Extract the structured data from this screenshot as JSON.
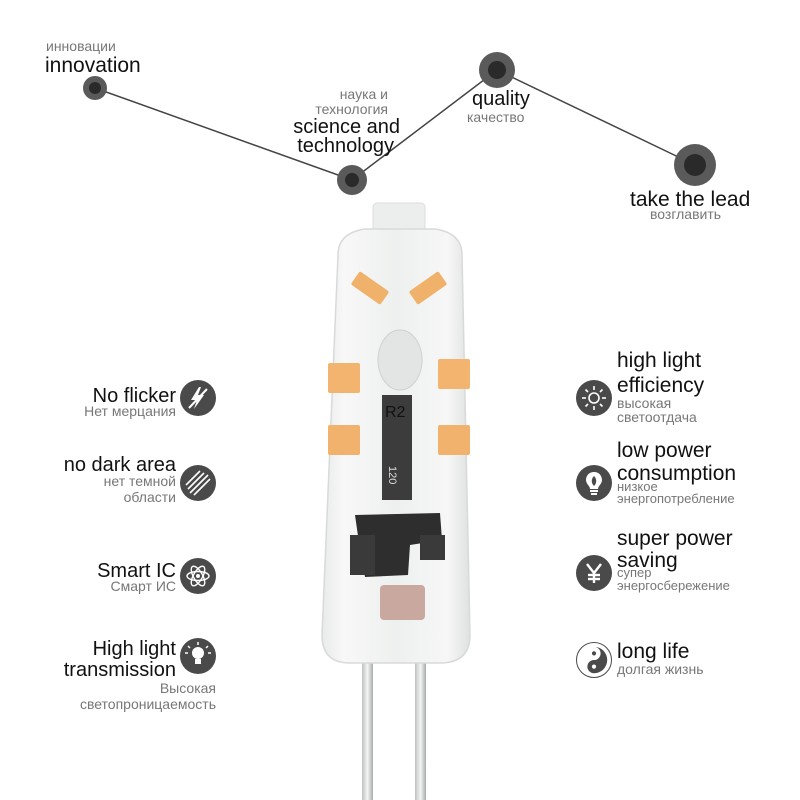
{
  "top": {
    "innovation": {
      "ru": "инновации",
      "en": "innovation"
    },
    "science": {
      "ru1": "наука и",
      "ru2": "технология",
      "en1": "science and",
      "en2": "technology"
    },
    "quality": {
      "en": "quality",
      "ru": "качество"
    },
    "lead": {
      "en": "take the lead",
      "ru": "возглавить"
    }
  },
  "left": [
    {
      "en": "No flicker",
      "ru": "Нет мерцания",
      "icon": "lightning-slash-icon"
    },
    {
      "en": "no dark area",
      "ru1": "нет темной",
      "ru2": "области",
      "icon": "striped-circle-icon"
    },
    {
      "en": "Smart IC",
      "ru": "Смарт ИС",
      "icon": "atom-icon"
    },
    {
      "en1": "High light",
      "en2": "transmission",
      "ru1": "Высокая",
      "ru2": "светопроницаемость",
      "icon": "lightbulb-icon"
    }
  ],
  "right": [
    {
      "en1": "high light",
      "en2": "efficiency",
      "ru1": "высокая",
      "ru2": "светоотдача",
      "icon": "sun-icon"
    },
    {
      "en1": "low power",
      "en2": "consumption",
      "ru1": "низкое",
      "ru2": "энергопотребление",
      "icon": "leaf-bulb-icon"
    },
    {
      "en1": "super power",
      "en2": "saving",
      "ru1": "супер",
      "ru2": "энергосбережение",
      "icon": "yen-icon"
    },
    {
      "en": "long life",
      "ru": "долгая жизнь",
      "icon": "yin-yang-icon"
    }
  ],
  "bulb": {
    "chip_label": "R2",
    "chip_number": "120"
  }
}
